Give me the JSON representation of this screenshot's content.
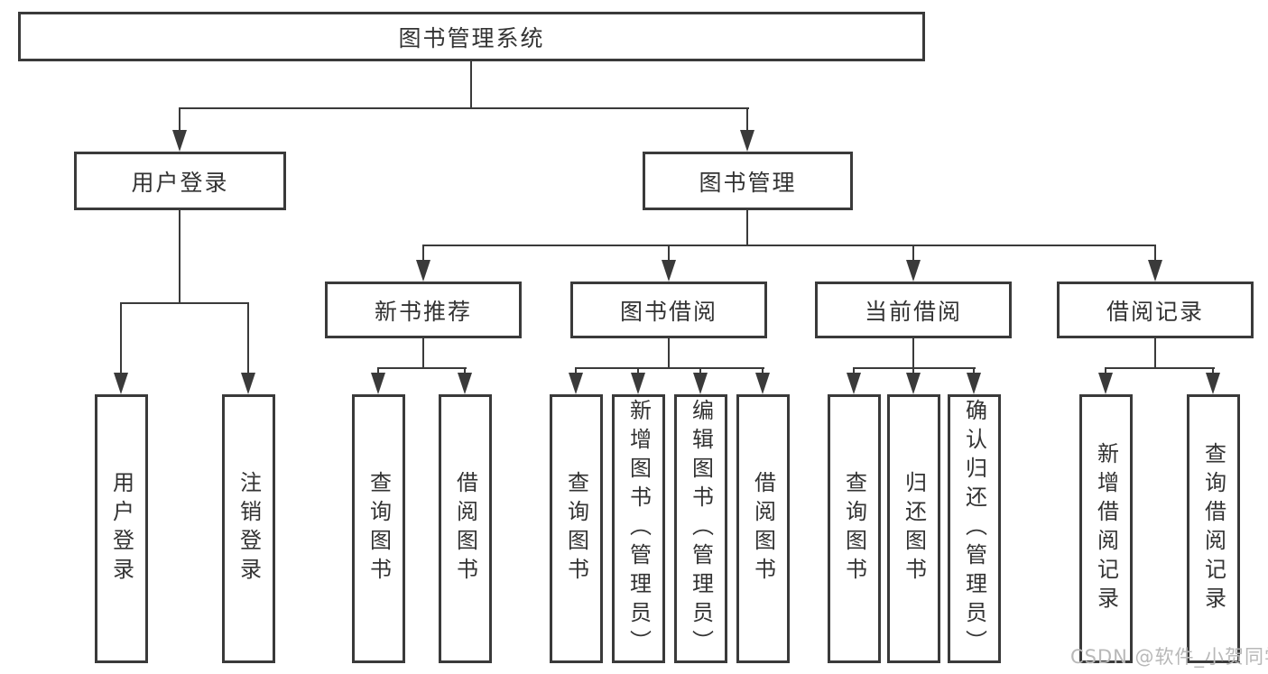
{
  "tree": {
    "root": "图书管理系统",
    "branches": [
      {
        "label": "用户登录",
        "children": [
          "用户登录",
          "注销登录"
        ]
      },
      {
        "label": "图书管理",
        "sections": [
          {
            "label": "新书推荐",
            "children": [
              "查询图书",
              "借阅图书"
            ]
          },
          {
            "label": "图书借阅",
            "children": [
              "查询图书",
              "新增图书（管理员）",
              "编辑图书（管理员）",
              "借阅图书"
            ]
          },
          {
            "label": "当前借阅",
            "children": [
              "查询图书",
              "归还图书",
              "确认归还（管理员）"
            ]
          },
          {
            "label": "借阅记录",
            "children": [
              "新增借阅记录",
              "查询借阅记录"
            ]
          }
        ]
      }
    ]
  },
  "watermark": "CSDN @软件_小贺同学",
  "colors": {
    "line": "#3a3a3a",
    "text": "#333333",
    "watermark": "#b8b8b8",
    "background": "#ffffff"
  }
}
